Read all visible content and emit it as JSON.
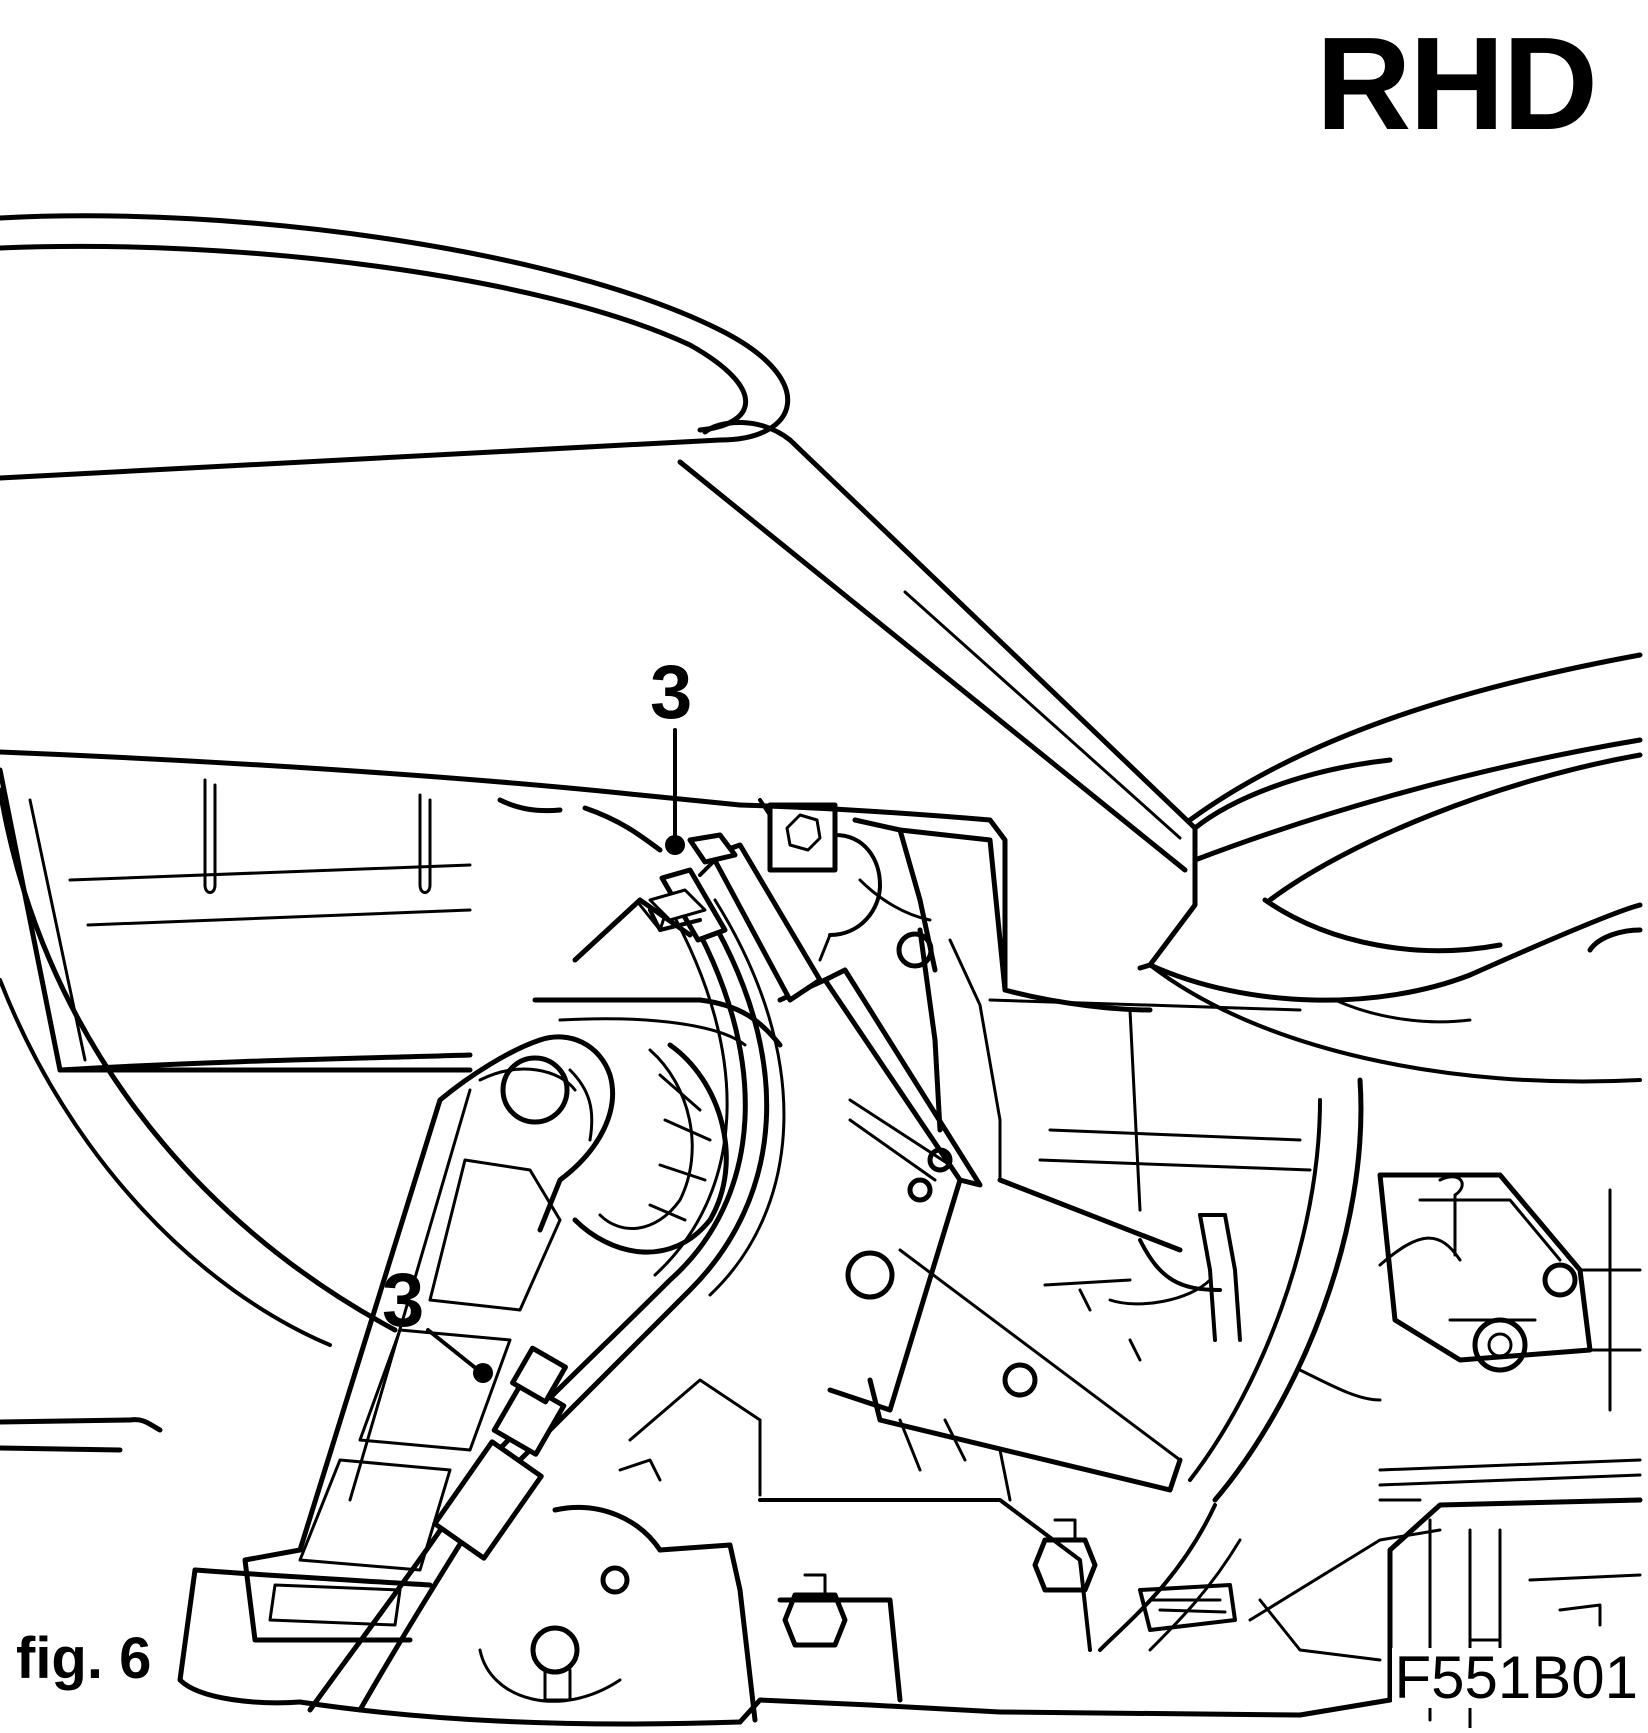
{
  "diagram": {
    "drive_side_label": "RHD",
    "figure_label": "fig. 6",
    "drawing_code": "F551B01",
    "callouts": [
      {
        "number": "3"
      },
      {
        "number": "3"
      }
    ],
    "colors": {
      "ink": "#000000",
      "paper": "#ffffff"
    }
  }
}
